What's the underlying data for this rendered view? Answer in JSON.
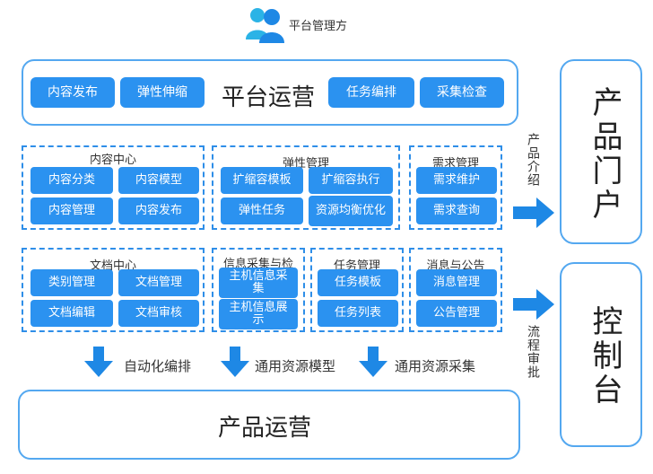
{
  "header": {
    "title": "平台管理方",
    "icon": "users-icon"
  },
  "platform_ops": {
    "title": "平台运营",
    "buttons": [
      "内容发布",
      "弹性伸缩",
      "任务编排",
      "采集检查"
    ]
  },
  "groups": [
    {
      "title": "内容中心",
      "items": [
        "内容分类",
        "内容模型",
        "内容管理",
        "内容发布"
      ]
    },
    {
      "title": "弹性管理",
      "items": [
        "扩缩容模板",
        "扩缩容执行",
        "弹性任务",
        "资源均衡优化"
      ]
    },
    {
      "title": "需求管理",
      "items": [
        "需求维护",
        "需求查询"
      ]
    },
    {
      "title": "文档中心",
      "items": [
        "类别管理",
        "文档管理",
        "文档编辑",
        "文档审核"
      ]
    },
    {
      "title": "信息采集与检",
      "items": [
        "主机信息采集",
        "主机信息展示"
      ]
    },
    {
      "title": "任务管理",
      "items": [
        "任务模板",
        "任务列表"
      ]
    },
    {
      "title": "消息与公告",
      "items": [
        "消息管理",
        "公告管理"
      ]
    }
  ],
  "flows": {
    "down_labels": [
      "自动化编排",
      "通用资源模型",
      "通用资源采集"
    ],
    "right_top": "产品介绍",
    "right_bottom": "流程审批"
  },
  "product_ops": {
    "title": "产品运营"
  },
  "right_panels": {
    "portal": "产品门户",
    "console": "控制台"
  },
  "colors": {
    "accent": "#2b92f0",
    "outline": "#54a8f0"
  }
}
